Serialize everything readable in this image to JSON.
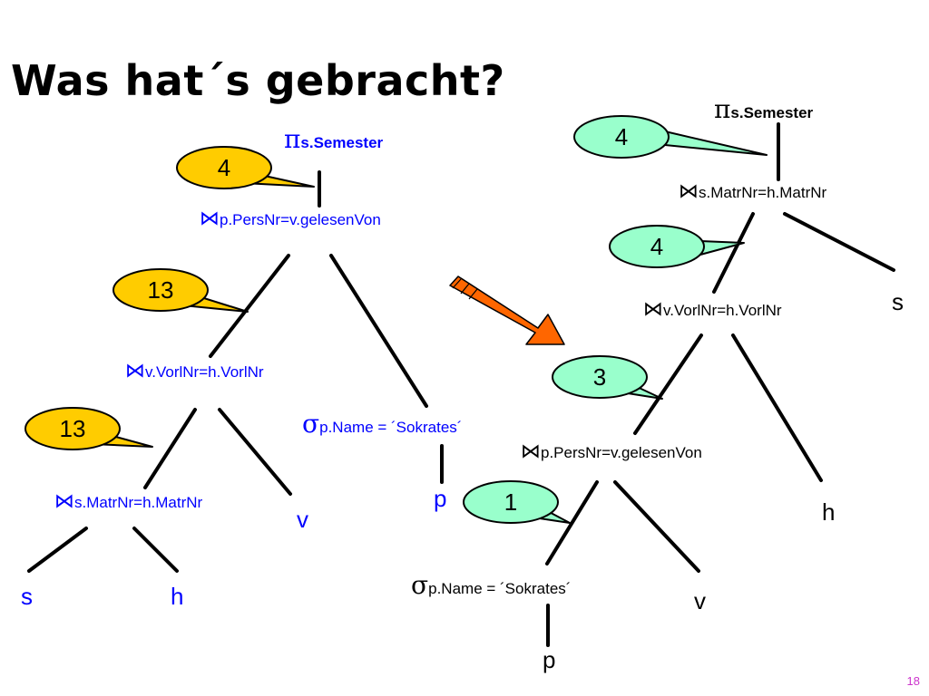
{
  "title": "Was hat´s gebracht?",
  "page_number": "18",
  "colors": {
    "text_blue": "#0000ff",
    "bubble_yellow": "#ffcc00",
    "bubble_green": "#99ffcc",
    "arrow_orange": "#ff6600"
  },
  "left_tree": {
    "projection": {
      "symbol": "π",
      "subscript": "s.Semester"
    },
    "join_top": {
      "symbol": "⋈",
      "subscript": "p.PersNr=v.gelesenVon"
    },
    "join_middle": {
      "symbol": "⋈",
      "subscript": "v.VorlNr=h.VorlNr"
    },
    "join_bottom": {
      "symbol": "⋈",
      "subscript": "s.MatrNr=h.MatrNr"
    },
    "selection": {
      "symbol": "σ",
      "subscript": "p.Name = ´Sokrates´"
    },
    "leaves": {
      "s": "s",
      "h": "h",
      "v": "v",
      "p": "p"
    },
    "bubbles": [
      "4",
      "13",
      "13"
    ]
  },
  "right_tree": {
    "projection": {
      "symbol": "π",
      "subscript": "s.Semester"
    },
    "join_top": {
      "symbol": "⋈",
      "subscript": "s.MatrNr=h.MatrNr"
    },
    "join_middle": {
      "symbol": "⋈",
      "subscript": "v.VorlNr=h.VorlNr"
    },
    "join_bottom": {
      "symbol": "⋈",
      "subscript": "p.PersNr=v.gelesenVon"
    },
    "selection": {
      "symbol": "σ",
      "subscript": "p.Name = ´Sokrates´"
    },
    "leaves": {
      "s": "s",
      "h": "h",
      "v": "v",
      "p": "p"
    },
    "bubbles": [
      "4",
      "4",
      "3",
      "1"
    ]
  }
}
